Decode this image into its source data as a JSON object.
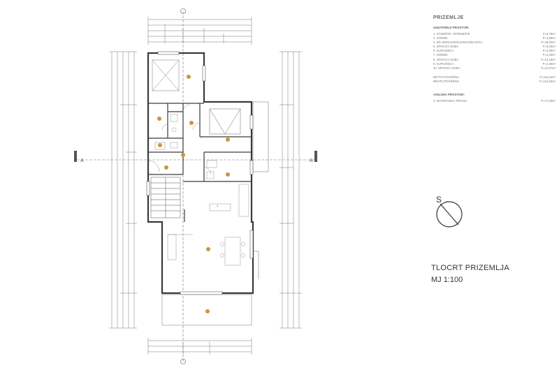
{
  "legend": {
    "title": "PRIZEMLJE",
    "interior_heading": "UNUTARNJI PROSTOR:",
    "interior": [
      {
        "label": "1. STUBIŠTE i SPREMIŠTE",
        "value": "P=9,79m²"
      },
      {
        "label": "2. HODNIK",
        "value": "P=3,66m²"
      },
      {
        "label": "3. DN. BORAVAK/KUHINJA/BLAGOV.",
        "value": "P=44,02m²"
      },
      {
        "label": "5. SPAVAĆA SOBA",
        "value": "P=8,19m²"
      },
      {
        "label": "6. KUPAONICA",
        "value": "P=3,30m²"
      },
      {
        "label": "7. HODNIK",
        "value": "P=2,30m²"
      },
      {
        "label": "8. SPAVAĆA SOBA",
        "value": "P=12,16m²"
      },
      {
        "label": "9. KUPAONICA",
        "value": "P=4,36m²"
      },
      {
        "label": "10. SPAVAĆA SOBA",
        "value": "P=12,07m²"
      }
    ],
    "netto_label": "NETTO POVRŠINA",
    "netto_value": "P=116,02m²",
    "brutto_label": "BRUTO POVRŠINA",
    "brutto_value": "P=121,50m²",
    "exterior_heading": "VANJSKI PROSTOR:",
    "exterior": [
      {
        "label": "4. NATKRIVENA TERASA",
        "value": "P=17,00m²"
      }
    ]
  },
  "title_block": {
    "title": "TLOCRT PRIZEMLJA",
    "scale": "MJ 1:100"
  },
  "plan": {
    "section_mark": "A",
    "compass_letter": "S",
    "living_label": "4",
    "colors": {
      "wall": "#3a3a3a",
      "line": "#888888",
      "axis": "#9b59b6",
      "light": "#c8963c"
    }
  }
}
